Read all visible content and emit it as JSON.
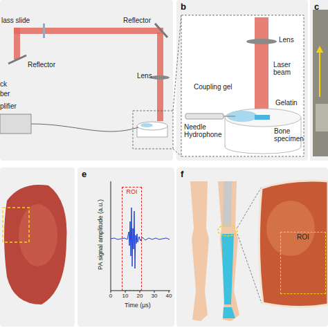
{
  "diagram": {
    "nodes": [
      {
        "text": [
          "b"
        ]
      },
      {
        "text": [
          "c"
        ]
      },
      {
        "text": [
          "e"
        ]
      },
      {
        "text": [
          "f"
        ]
      },
      {
        "text": [
          "ROI"
        ],
        "in": 2
      },
      {
        "text": [
          "ROI"
        ],
        "in": 3
      }
    ],
    "labels": [
      "lass slide",
      "Reflector",
      "Reflector",
      "Lens",
      "ck",
      "ber",
      "plifier",
      "Lens",
      "Laser beam",
      "Coupling gel",
      "Needle Hydrophone",
      "Gelatin",
      "Bone specimen",
      "PA signal amplitude (a.u.)",
      "Time (μs)",
      "0",
      "10",
      "20",
      "30",
      "40"
    ]
  }
}
